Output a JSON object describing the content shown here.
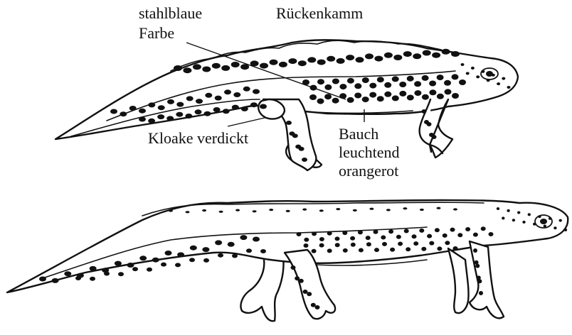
{
  "labels": {
    "steel_blue_color": [
      "stahlblaue",
      "Farbe"
    ],
    "dorsal_crest": "Rückenkamm",
    "cloaca": "Kloake verdickt",
    "belly": [
      "Bauch",
      "leuchtend",
      "orangerot"
    ]
  }
}
